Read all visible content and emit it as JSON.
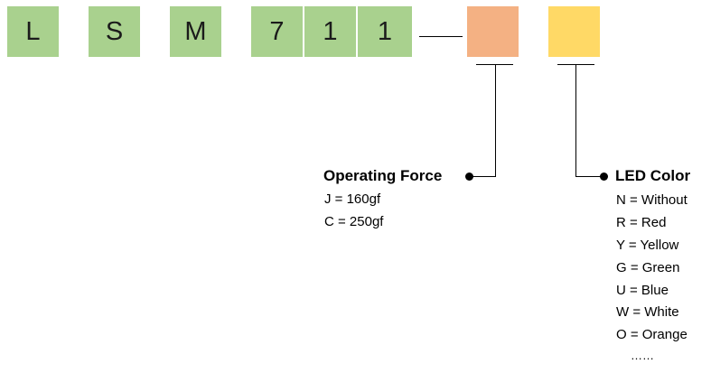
{
  "code_letters": [
    "L",
    "S",
    "M",
    "7",
    "1",
    "1"
  ],
  "swatches": {
    "operating_force_color": "#f4b183",
    "led_color_color": "#ffd966",
    "code_box_color": "#a9d18e"
  },
  "operating_force": {
    "title": "Operating Force",
    "options": [
      "J = 160gf",
      "C = 250gf"
    ]
  },
  "led_color": {
    "title": "LED Color",
    "options": [
      "N = Without",
      "R = Red",
      "Y = Yellow",
      "G = Green",
      "U = Blue",
      "W = White",
      "O = Orange",
      "……"
    ]
  }
}
